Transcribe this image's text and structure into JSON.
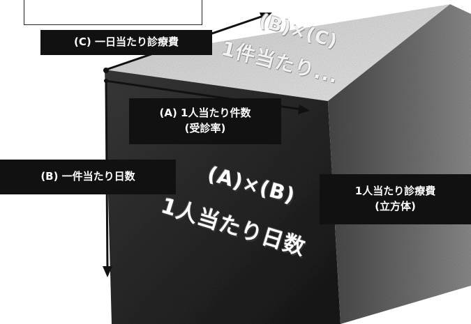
{
  "labels": {
    "c": "(C) 一日当たり診療費",
    "a_line1": "(A) 1人当たり件数",
    "a_line2": "(受診率)",
    "b": "(B) 一件当たり日数",
    "cube_line1": "1人当たり診療費",
    "cube_line2": "(立方体)"
  },
  "front_face": {
    "formula": "(A)×(B)",
    "result": "1人当たり日数"
  },
  "top_face": {
    "formula": "(B)×(C)",
    "result": "1件当たり..."
  },
  "colors": {
    "label_bg": "#111111",
    "label_text": "#ffffff",
    "front_face": "#2a2a2a",
    "side_face": "#555555",
    "top_face": "#d4d4d4"
  },
  "icons": [
    "arrow-right-icon",
    "arrow-down-icon",
    "arrow-up-right-icon"
  ]
}
